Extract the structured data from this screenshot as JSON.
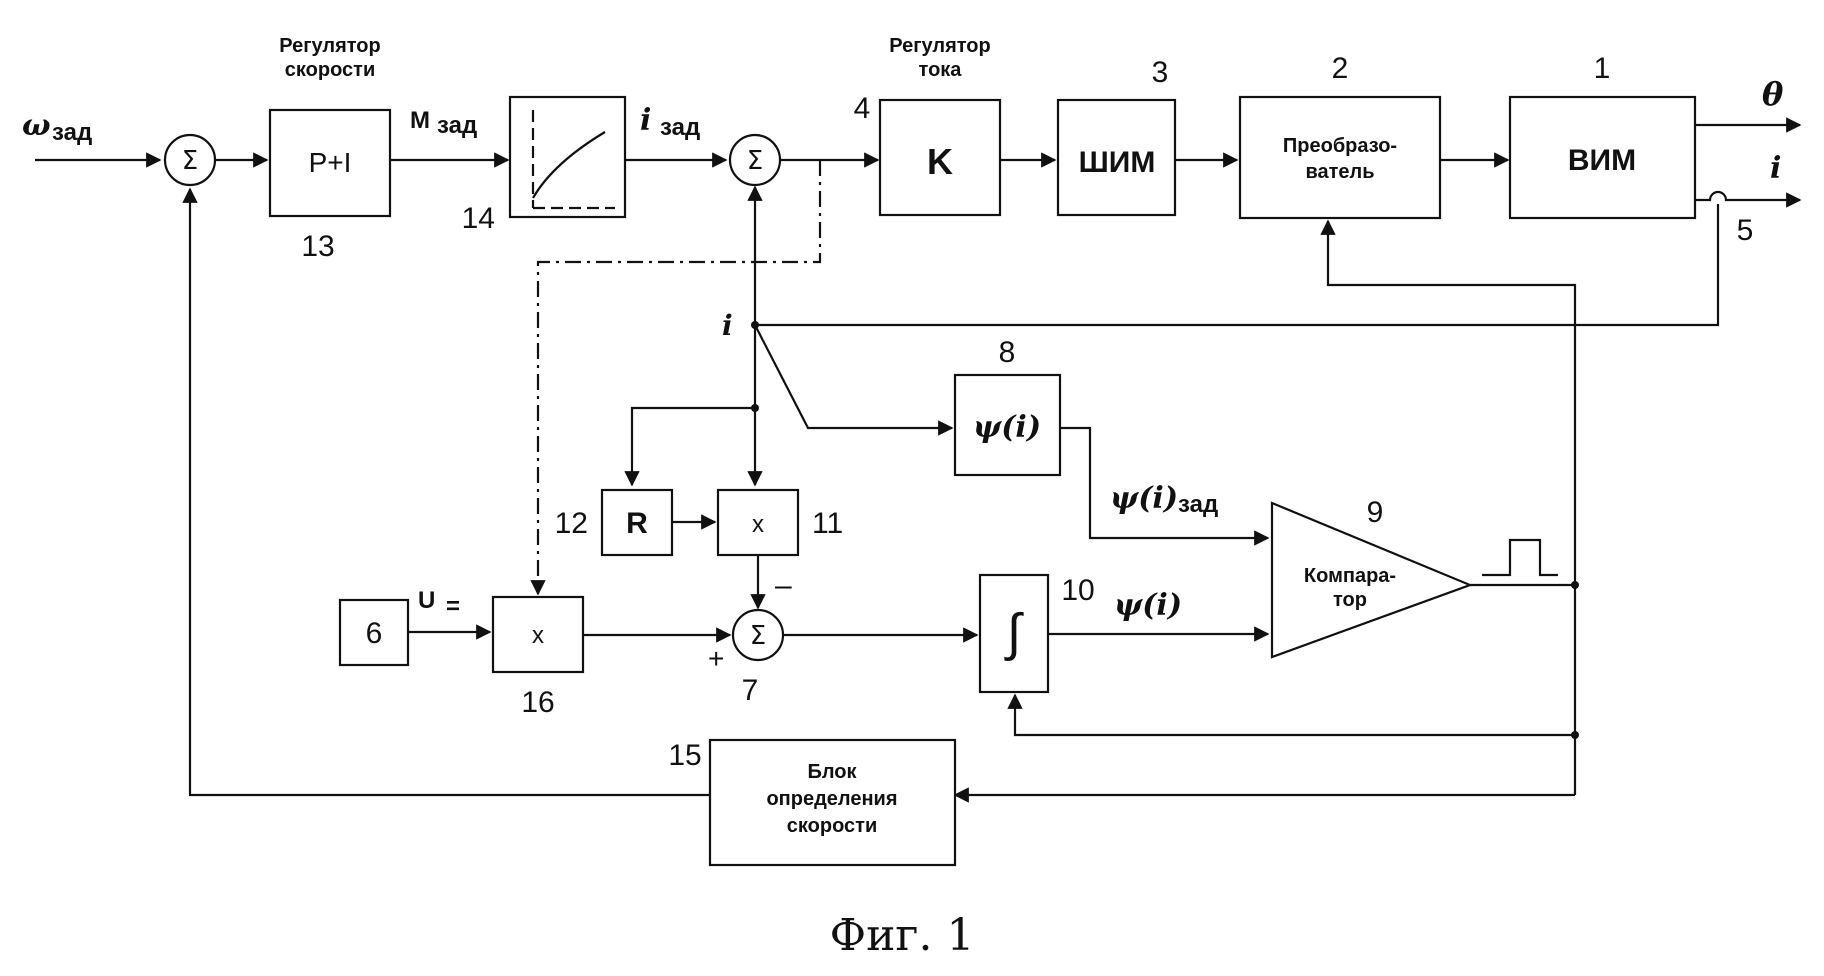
{
  "caption": "Фиг. 1",
  "inputs": {
    "omega": "ω",
    "omega_sub": "зад",
    "m": "M",
    "m_sub": "зад",
    "i": "i",
    "i_sub": "зад",
    "u": "U",
    "u_sub": "="
  },
  "outputs": {
    "theta": "θ",
    "i": "i"
  },
  "blocks": {
    "speed_regulator": {
      "title_line1": "Регулятор",
      "title_line2": "скорости",
      "content": "P+I",
      "number": "13"
    },
    "limiter": {
      "number": "14"
    },
    "current_regulator": {
      "title_line1": "Регулятор",
      "title_line2": "тока",
      "content": "K",
      "number": "4"
    },
    "pwm": {
      "content": "ШИМ",
      "number": "3"
    },
    "converter": {
      "content_line1": "Преобразо-",
      "content_line2": "ватель",
      "number": "2"
    },
    "motor": {
      "content": "ВИМ",
      "number": "1"
    },
    "current_node": {
      "number": "5"
    },
    "flux_function": {
      "content": "ψ(i)",
      "number": "8"
    },
    "flux_ref_label": {
      "main": "ψ(i)",
      "sub": "зад"
    },
    "comparator": {
      "content_line1": "Компара-",
      "content_line2": "тор",
      "number": "9"
    },
    "integrator": {
      "content": "∫",
      "number": "10"
    },
    "flux_label": "ψ(i)",
    "multiplier_11": {
      "content": "x",
      "number": "11"
    },
    "resistance": {
      "content": "R",
      "number": "12"
    },
    "source_6": {
      "content": "6"
    },
    "multiplier_16": {
      "content": "x",
      "number": "16"
    },
    "sum_7": {
      "content": "Σ",
      "number": "7",
      "plus": "+",
      "minus": "–"
    },
    "speed_block": {
      "line1": "Блок",
      "line2": "определения",
      "line3": "скорости",
      "number": "15"
    },
    "sum_speed": {
      "content": "Σ"
    },
    "sum_current": {
      "content": "Σ"
    },
    "node_i": "i"
  }
}
